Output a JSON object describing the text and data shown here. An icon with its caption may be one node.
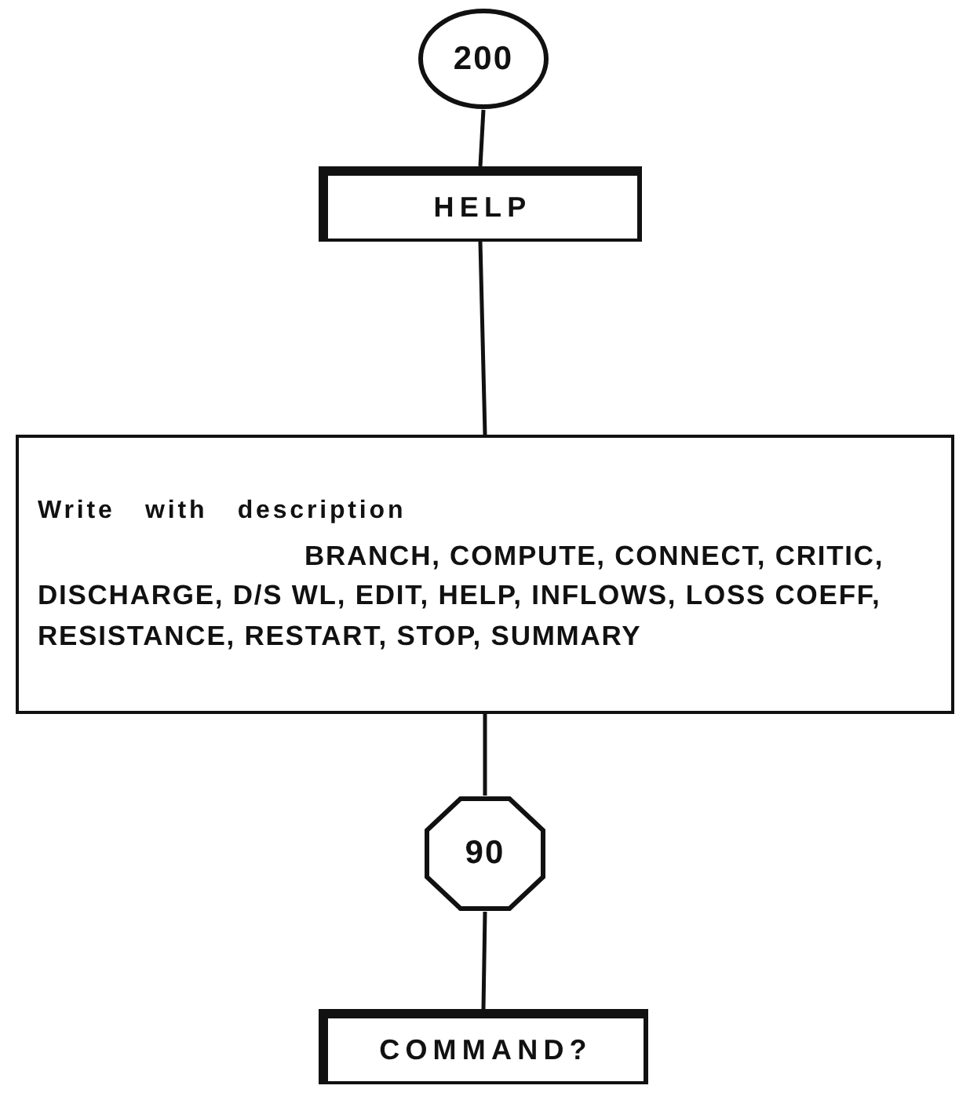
{
  "diagram": {
    "nodes": [
      {
        "text": [
          "200"
        ]
      },
      {
        "text": [
          "HELP"
        ]
      },
      {
        "text": [
          "Write with description",
          "BRANCH, COMPUTE, CONNECT, CRITIC, DISCHARGE, D/S WL, EDIT, HELP, INFLOWS, LOSS COEFF, RESISTANCE, RESTART, STOP, SUMMARY"
        ]
      },
      {
        "text": [
          "90"
        ]
      },
      {
        "text": [
          "COMMAND?"
        ]
      }
    ],
    "edges": [
      {
        "from": 0,
        "to": 1,
        "arrow": "none"
      },
      {
        "from": 1,
        "to": 2,
        "arrow": "none"
      },
      {
        "from": 2,
        "to": 3,
        "arrow": "none"
      },
      {
        "from": 3,
        "to": 4,
        "arrow": "none"
      }
    ]
  }
}
